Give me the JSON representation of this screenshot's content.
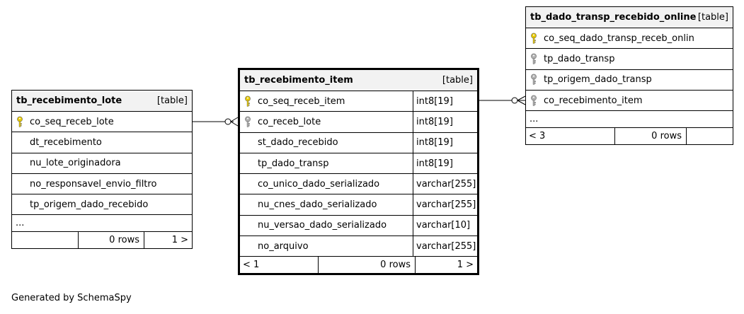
{
  "colors": {
    "primary_key": "#e6c800",
    "foreign_key": "#b0b0b0",
    "header_bg": "#f2f2f2",
    "border": "#000000"
  },
  "tables": {
    "lote": {
      "name": "tb_recebimento_lote",
      "kind": "[table]",
      "columns": [
        {
          "name": "co_seq_receb_lote",
          "key": "key-primary-icon"
        },
        {
          "name": "dt_recebimento"
        },
        {
          "name": "nu_lote_originadora"
        },
        {
          "name": "no_responsavel_envio_filtro"
        },
        {
          "name": "tp_origem_dado_recebido"
        }
      ],
      "ellipsis": "...",
      "footer": {
        "left": "",
        "rows": "0 rows",
        "right": "1 >"
      }
    },
    "item": {
      "name": "tb_recebimento_item",
      "kind": "[table]",
      "columns": [
        {
          "name": "co_seq_receb_item",
          "type": "int8[19]",
          "key": "key-primary-icon"
        },
        {
          "name": "co_receb_lote",
          "type": "int8[19]",
          "key": "key-foreign-icon"
        },
        {
          "name": "st_dado_recebido",
          "type": "int8[19]"
        },
        {
          "name": "tp_dado_transp",
          "type": "int8[19]"
        },
        {
          "name": "co_unico_dado_serializado",
          "type": "varchar[255]"
        },
        {
          "name": "nu_cnes_dado_serializado",
          "type": "varchar[255]"
        },
        {
          "name": "nu_versao_dado_serializado",
          "type": "varchar[10]"
        },
        {
          "name": "no_arquivo",
          "type": "varchar[255]"
        }
      ],
      "footer": {
        "left": "< 1",
        "rows": "0 rows",
        "right": "1 >"
      }
    },
    "online": {
      "name": "tb_dado_transp_recebido_online",
      "kind": "[table]",
      "columns": [
        {
          "name": "co_seq_dado_transp_receb_onlin",
          "key": "key-primary-icon"
        },
        {
          "name": "tp_dado_transp",
          "key": "key-foreign-icon"
        },
        {
          "name": "tp_origem_dado_transp",
          "key": "key-foreign-icon"
        },
        {
          "name": "co_recebimento_item",
          "key": "key-foreign-icon"
        }
      ],
      "ellipsis": "...",
      "footer": {
        "left": "< 3",
        "rows": "0 rows",
        "right": ""
      }
    }
  },
  "generated_by": "Generated by SchemaSpy"
}
